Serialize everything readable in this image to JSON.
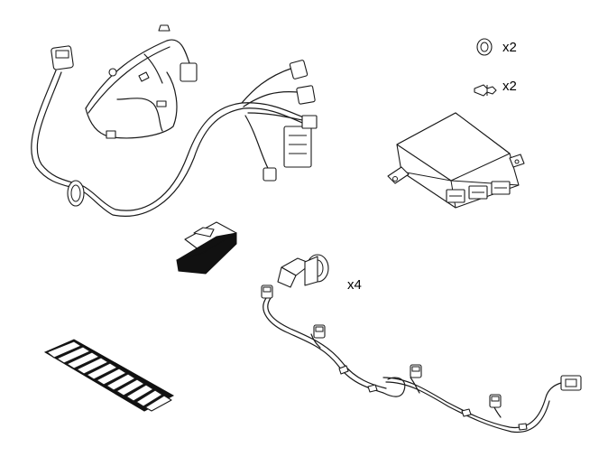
{
  "parts": {
    "grommet": {
      "quantity": "x2"
    },
    "clip": {
      "quantity": "x2"
    },
    "sensor": {
      "quantity": "x4"
    }
  }
}
